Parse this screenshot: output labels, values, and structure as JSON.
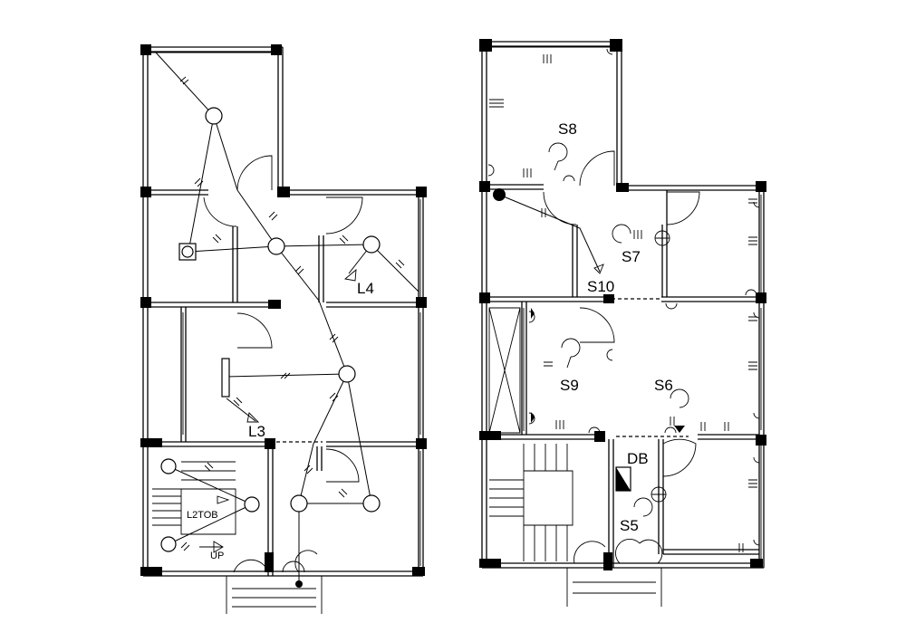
{
  "plan_left": {
    "labels": [
      {
        "id": "L4",
        "text": "L4"
      },
      {
        "id": "L3",
        "text": "L3"
      },
      {
        "id": "L2TOB",
        "text": "L2TOB"
      },
      {
        "id": "UP",
        "text": "UP"
      }
    ]
  },
  "plan_right": {
    "labels": [
      {
        "id": "S8",
        "text": "S8"
      },
      {
        "id": "S7",
        "text": "S7"
      },
      {
        "id": "S10",
        "text": "S10"
      },
      {
        "id": "S9",
        "text": "S9"
      },
      {
        "id": "S6",
        "text": "S6"
      },
      {
        "id": "DB",
        "text": "DB"
      },
      {
        "id": "S5",
        "text": "S5"
      }
    ]
  }
}
